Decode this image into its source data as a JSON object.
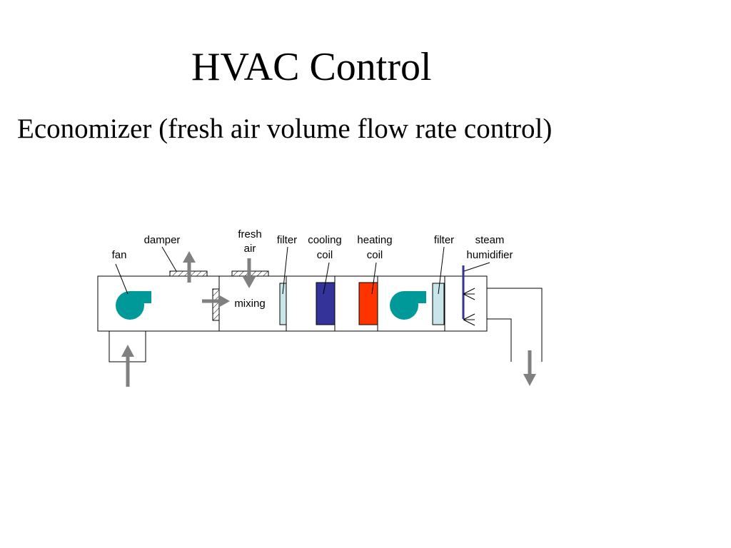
{
  "slide": {
    "title": "HVAC Control",
    "subtitle": "Economizer (fresh air volume flow rate control)"
  },
  "labels": {
    "fan": "fan",
    "damper": "damper",
    "fresh_line1": "fresh",
    "fresh_line2": "air",
    "filter1": "filter",
    "cooling_line1": "cooling",
    "cooling_line2": "coil",
    "heating_line1": "heating",
    "heating_line2": "coil",
    "filter2": "filter",
    "steam_line1": "steam",
    "steam_line2": "humidifier",
    "mixing": "mixing"
  },
  "colors": {
    "fan": "#009999",
    "cooling_coil": "#333399",
    "heating_coil": "#ff3300",
    "filter": "#c8e6ea",
    "humidifier": "#333399",
    "arrow": "#808080"
  }
}
